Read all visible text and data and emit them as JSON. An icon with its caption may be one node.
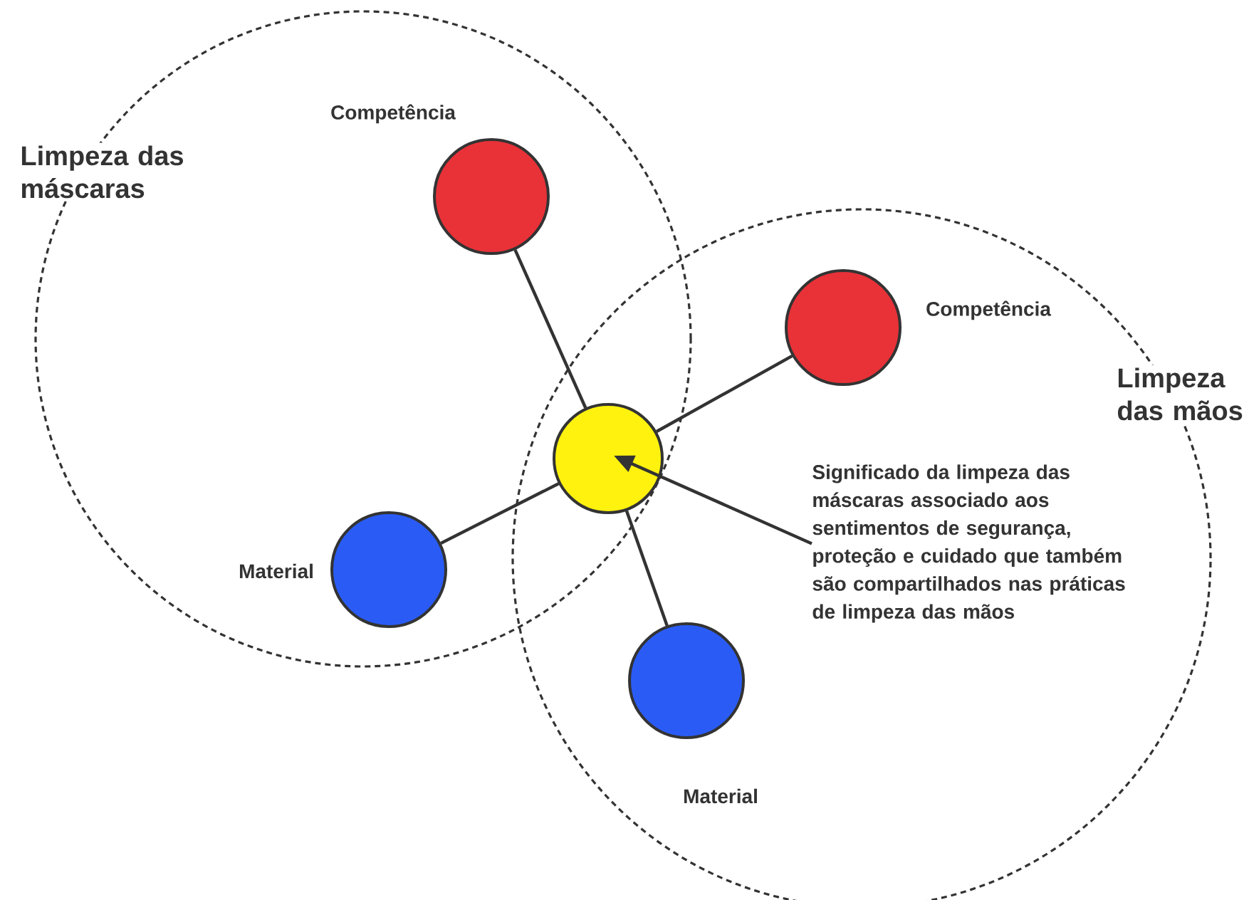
{
  "diagram": {
    "nodes": [
      {
        "text": [
          "Limpeza das máscaras"
        ]
      },
      {
        "text": [],
        "shape": "circle",
        "in": 0,
        "beside": [
          "Competência"
        ]
      },
      {
        "text": [],
        "shape": "circle",
        "in": 0,
        "beside": [
          "Material"
        ]
      },
      {
        "text": [
          "Limpeza das mãos"
        ]
      },
      {
        "text": [],
        "shape": "circle",
        "in": 3,
        "beside": [
          "Competência"
        ]
      },
      {
        "text": [],
        "shape": "circle"
      },
      {
        "text": [],
        "shape": "circle",
        "in": 3,
        "beside": [
          "Material"
        ]
      },
      {
        "text": [
          "Significado da limpeza das máscaras associado aos sentimentos de segurança, proteção e cuidado que também são compartilhados nas práticas de limpeza das mãos"
        ],
        "in": 3
      }
    ],
    "edges": [
      {
        "from": 5,
        "to": 1,
        "arrow": "none"
      },
      {
        "from": 5,
        "to": 4,
        "arrow": "none"
      },
      {
        "from": 5,
        "to": 2,
        "arrow": "none"
      },
      {
        "from": 5,
        "to": 6,
        "arrow": "none"
      },
      {
        "from": 7,
        "to": 5,
        "arrow": "to"
      }
    ]
  }
}
